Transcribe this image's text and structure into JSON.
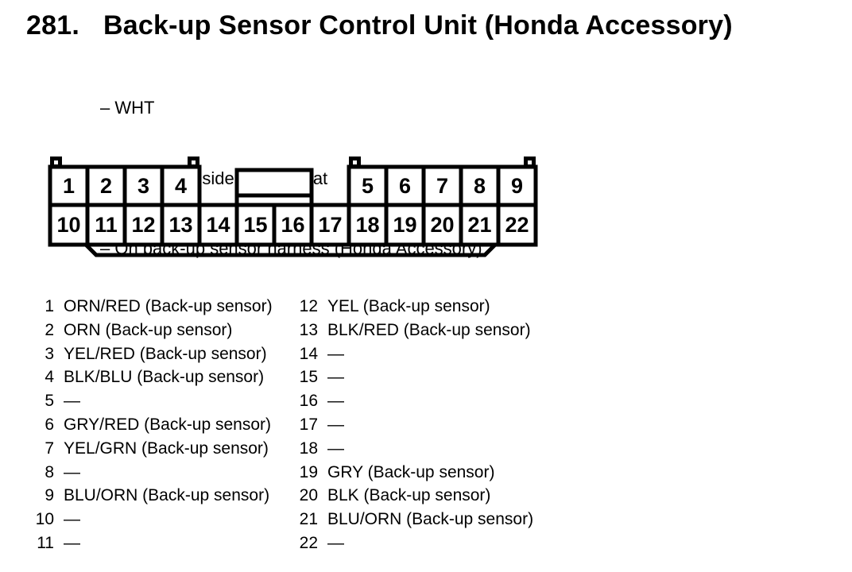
{
  "document": {
    "item_number": "281.",
    "title": "Back-up Sensor Control Unit (Honda Accessory)",
    "details": [
      "– WHT",
      "– Behind left side of rear seat",
      "– On back-up sensor harness (Honda Accessory)"
    ]
  },
  "connector": {
    "description": "22-pin connector, front view, with keyway and corner tabs",
    "top_left_pins": [
      "1",
      "2",
      "3",
      "4"
    ],
    "top_right_pins": [
      "5",
      "6",
      "7",
      "8",
      "9"
    ],
    "bottom_pins": [
      "10",
      "11",
      "12",
      "13",
      "14",
      "15",
      "16",
      "17",
      "18",
      "19",
      "20",
      "21",
      "22"
    ],
    "line_color": "#000000",
    "fill_color": "#ffffff"
  },
  "pinout": {
    "left_column": [
      {
        "pin": "1",
        "wire": "ORN/RED (Back-up sensor)"
      },
      {
        "pin": "2",
        "wire": "ORN (Back-up sensor)"
      },
      {
        "pin": "3",
        "wire": "YEL/RED (Back-up sensor)"
      },
      {
        "pin": "4",
        "wire": "BLK/BLU (Back-up sensor)"
      },
      {
        "pin": "5",
        "wire": "—"
      },
      {
        "pin": "6",
        "wire": "GRY/RED (Back-up sensor)"
      },
      {
        "pin": "7",
        "wire": "YEL/GRN (Back-up sensor)"
      },
      {
        "pin": "8",
        "wire": "—"
      },
      {
        "pin": "9",
        "wire": "BLU/ORN (Back-up sensor)"
      },
      {
        "pin": "10",
        "wire": "—"
      },
      {
        "pin": "11",
        "wire": "—"
      }
    ],
    "right_column": [
      {
        "pin": "12",
        "wire": "YEL (Back-up sensor)"
      },
      {
        "pin": "13",
        "wire": "BLK/RED (Back-up sensor)"
      },
      {
        "pin": "14",
        "wire": "—"
      },
      {
        "pin": "15",
        "wire": "—"
      },
      {
        "pin": "16",
        "wire": "—"
      },
      {
        "pin": "17",
        "wire": "—"
      },
      {
        "pin": "18",
        "wire": "—"
      },
      {
        "pin": "19",
        "wire": "GRY (Back-up sensor)"
      },
      {
        "pin": "20",
        "wire": "BLK (Back-up sensor)"
      },
      {
        "pin": "21",
        "wire": "BLU/ORN (Back-up sensor)"
      },
      {
        "pin": "22",
        "wire": "—"
      }
    ]
  }
}
